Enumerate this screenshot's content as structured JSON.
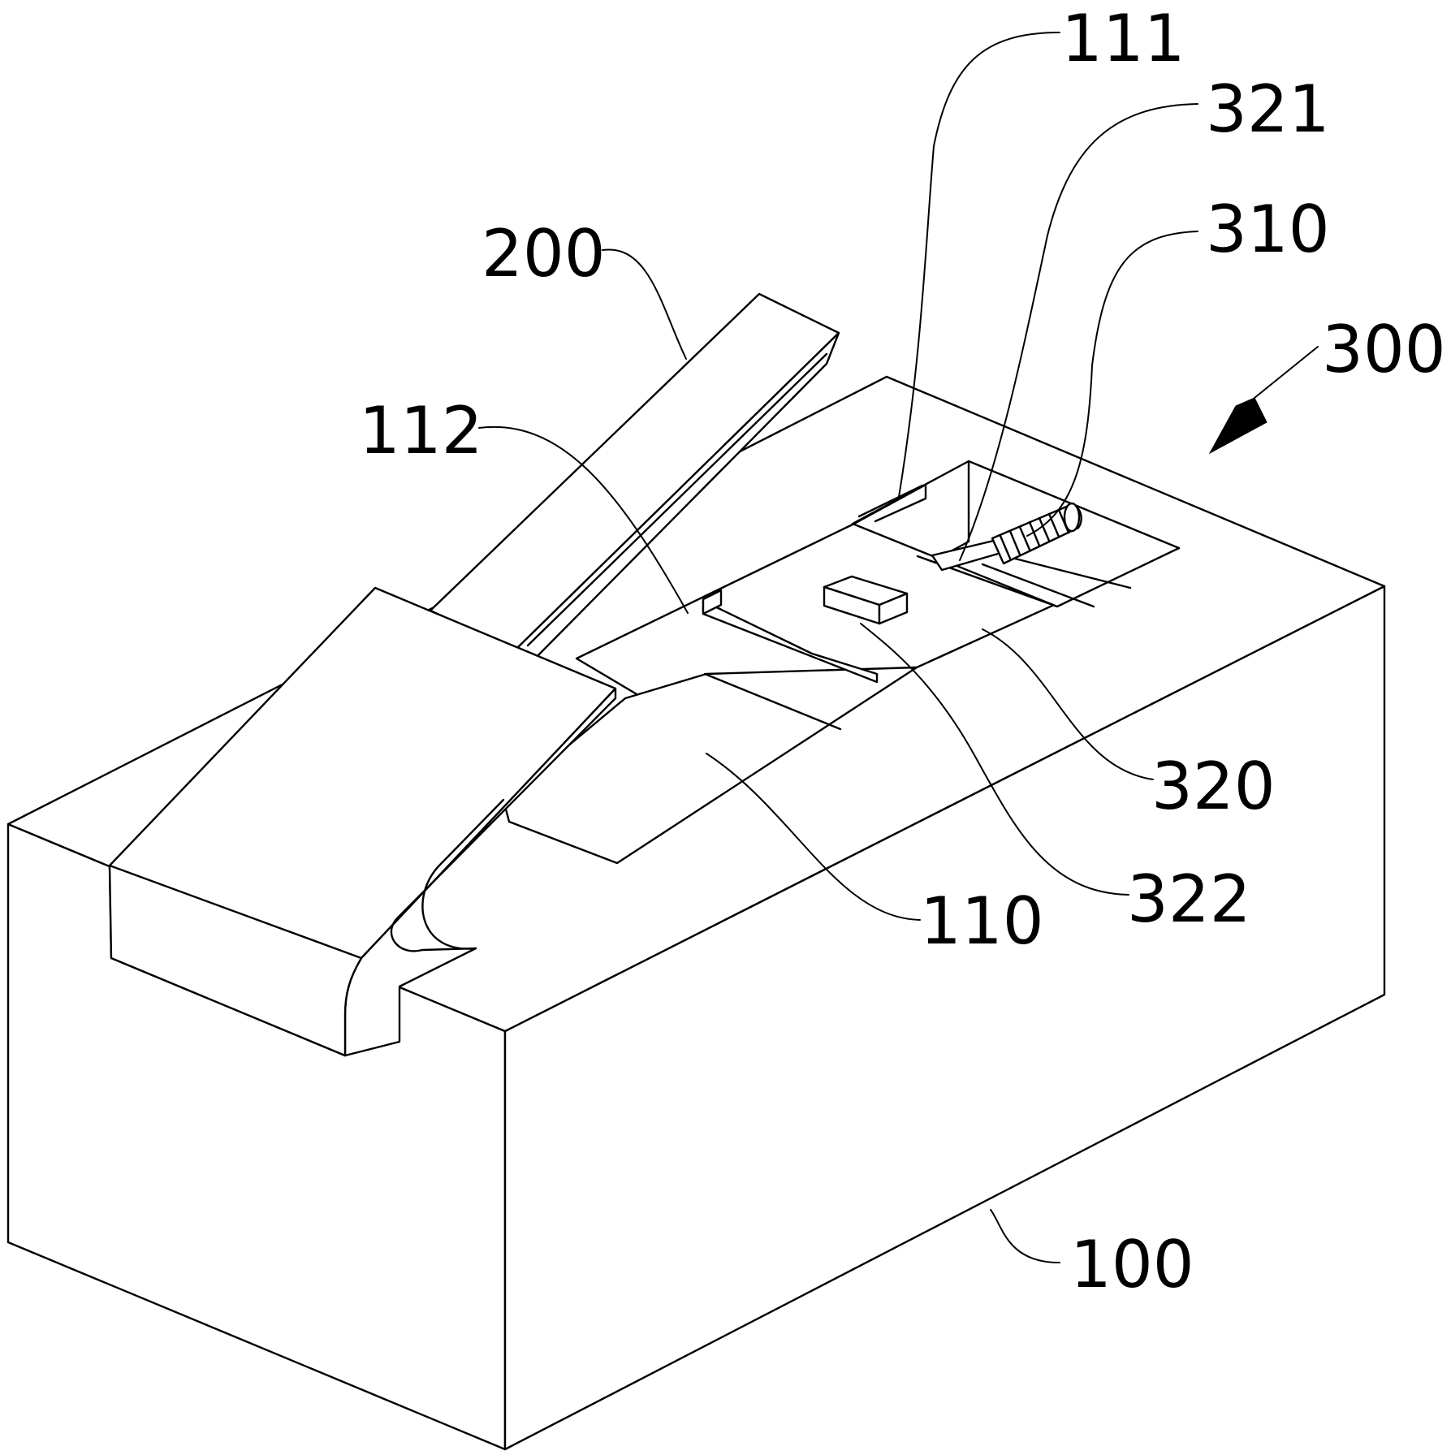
{
  "labels": {
    "l111": "111",
    "l321": "321",
    "l310": "310",
    "l200": "200",
    "l300": "300",
    "l112": "112",
    "l320": "320",
    "l110": "110",
    "l322": "322",
    "l100": "100"
  },
  "colors": {
    "line": "#000000",
    "background": "#ffffff"
  }
}
